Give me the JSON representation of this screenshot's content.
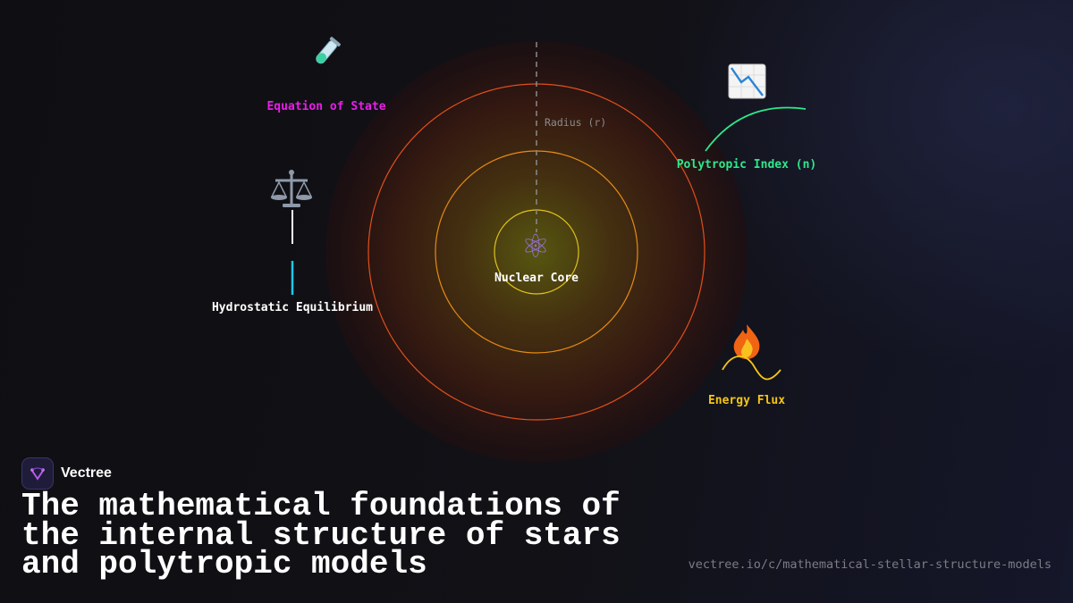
{
  "diagram": {
    "core": {
      "label": "Nuclear Core",
      "icon": "atom-icon"
    },
    "radius_label": "Radius (r)",
    "nodes": {
      "equation_of_state": {
        "label": "Equation of State",
        "icon": "test-tube-icon",
        "color": "#e81ee8"
      },
      "polytropic_index": {
        "label": "Polytropic Index (n)",
        "icon": "chart-decreasing-icon",
        "color": "#2ee88c"
      },
      "hydrostatic_equilibrium": {
        "label": "Hydrostatic Equilibrium",
        "icon": "balance-scale-icon",
        "color": "#ffffff"
      },
      "energy_flux": {
        "label": "Energy Flux",
        "icon": "fire-icon",
        "color": "#f5c518"
      }
    },
    "shell_colors": [
      "#e0501c",
      "#e68a14",
      "#e0c21c"
    ]
  },
  "brand": {
    "name": "Vectree"
  },
  "headline": "The mathematical foundations of the internal structure of stars and polytropic models",
  "url": "vectree.io/c/mathematical-stellar-structure-models"
}
